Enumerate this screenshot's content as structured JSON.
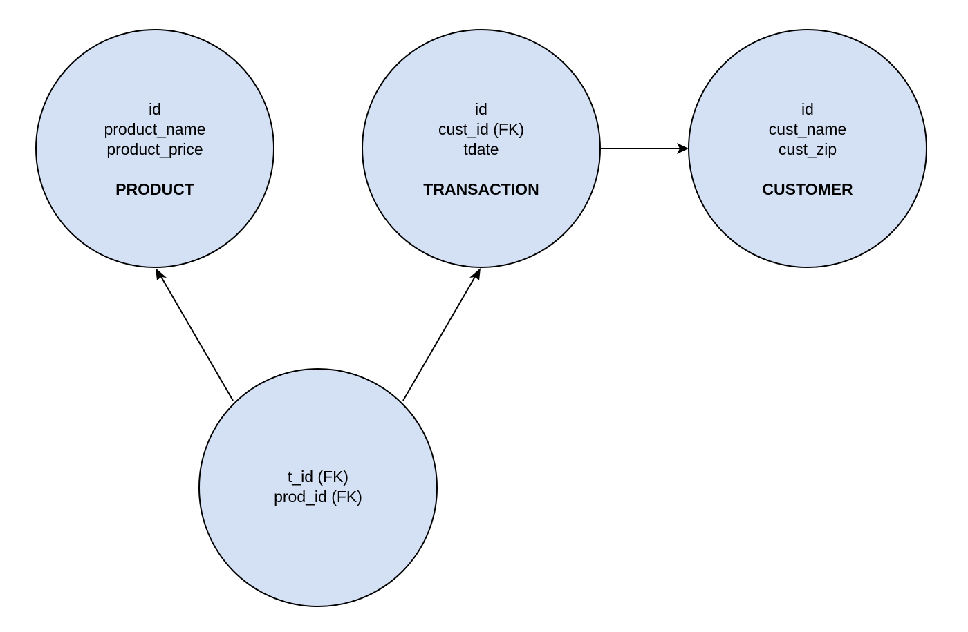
{
  "colors": {
    "entity_fill": "#d4e1f5",
    "entity_stroke": "#000000",
    "edge": "#000000",
    "background": "#ffffff"
  },
  "entities": {
    "product": {
      "attributes": [
        "id",
        "product_name",
        "product_price"
      ],
      "name": "PRODUCT"
    },
    "transaction": {
      "attributes": [
        "id",
        "cust_id (FK)",
        "tdate"
      ],
      "name": "TRANSACTION"
    },
    "customer": {
      "attributes": [
        "id",
        "cust_name",
        "cust_zip"
      ],
      "name": "CUSTOMER"
    },
    "junction": {
      "attributes": [
        "t_id (FK)",
        "prod_id (FK)"
      ],
      "name": ""
    }
  },
  "edges": [
    {
      "from": "transaction",
      "to": "customer"
    },
    {
      "from": "junction",
      "to": "product"
    },
    {
      "from": "junction",
      "to": "transaction"
    }
  ]
}
